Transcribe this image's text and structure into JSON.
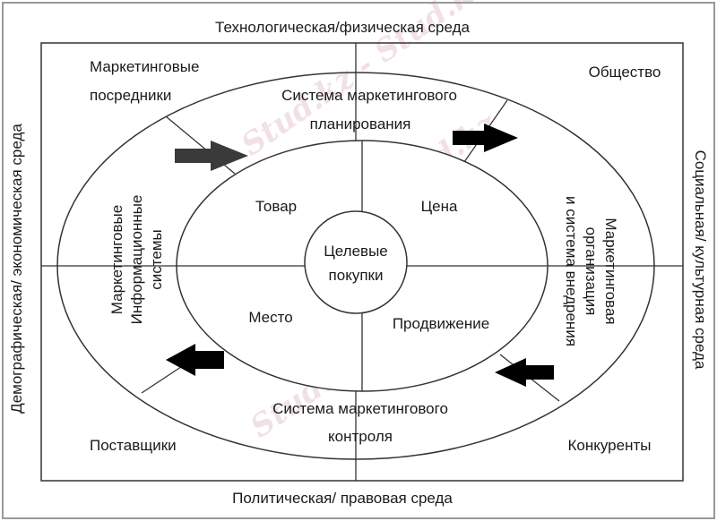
{
  "environment": {
    "top": "Технологическая/физическая среда",
    "bottom": "Политическая/ правовая среда",
    "left": "Демографическая/ экономическая среда",
    "right": "Социальная/ культурная среда"
  },
  "corners": {
    "top_left": [
      "Маркетинговые",
      "посредники"
    ],
    "top_right": "Общество",
    "bottom_left": "Поставщики",
    "bottom_right": "Конкуренты"
  },
  "outer_ring": {
    "top": [
      "Система маркетингового",
      "планирования"
    ],
    "bottom": [
      "Система маркетингового",
      "контроля"
    ],
    "left": [
      "Маркетинговые",
      "Информационные",
      "системы"
    ],
    "right": [
      "Маркетинговая",
      "организация",
      "и система внедрения"
    ]
  },
  "inner_quadrants": {
    "top_left": "Товар",
    "top_right": "Цена",
    "bottom_left": "Место",
    "bottom_right": "Продвижение"
  },
  "center": [
    "Целевые",
    "покупки"
  ],
  "watermark": "Stud.kz",
  "colors": {
    "line": "#333333",
    "arrow": "#000000",
    "watermark": "#e6c9cf"
  }
}
